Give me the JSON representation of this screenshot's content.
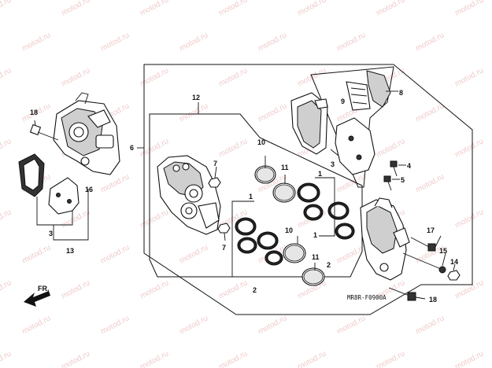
{
  "watermark": "motod.ru",
  "diagram_code": "MR8R-F0900A",
  "direction_label": "FR.",
  "callouts": {
    "c1a": "1",
    "c1b": "1",
    "c1c": "1",
    "c2a": "2",
    "c2b": "2",
    "c3a": "3",
    "c3b": "3",
    "c4": "4",
    "c5": "5",
    "c6": "6",
    "c7a": "7",
    "c7b": "7",
    "c8": "8",
    "c9": "9",
    "c10a": "10",
    "c10b": "10",
    "c11a": "11",
    "c11b": "11",
    "c12": "12",
    "c13": "13",
    "c14": "14",
    "c15": "15",
    "c16": "16",
    "c17": "17",
    "c18a": "18",
    "c18b": "18"
  }
}
